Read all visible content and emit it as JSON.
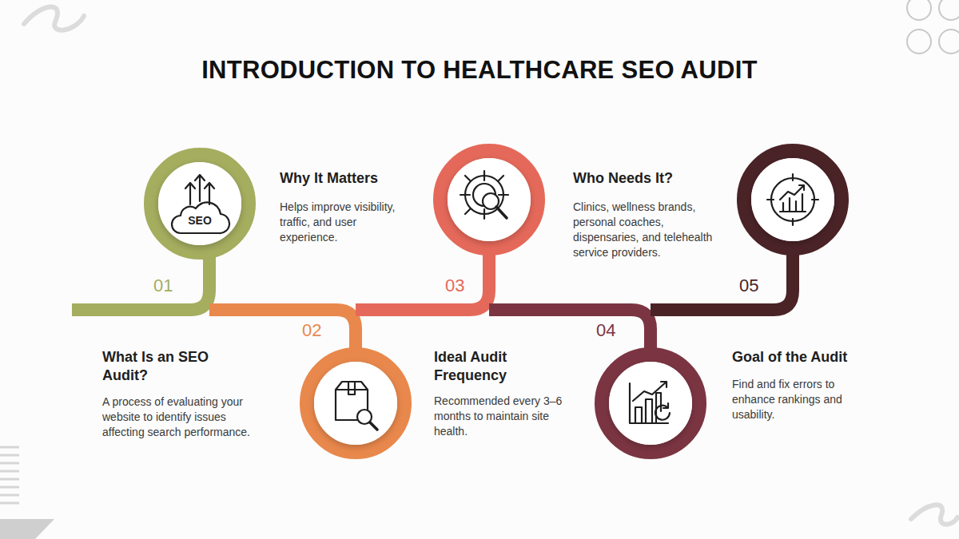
{
  "diagram": {
    "title": "INTRODUCTION TO HEALTHCARE SEO AUDIT",
    "labels": [
      "SEO",
      "Why It Matters",
      "Helps improve visibility, traffic, and user experience.",
      "Who Needs It?",
      "Clinics, wellness brands, personal coaches, dispensaries, and telehealth service providers.",
      "01",
      "03",
      "05",
      "02",
      "04",
      "What Is an SEO Audit?",
      "A process of evaluating your website to identify issues affecting search performance.",
      "Ideal Audit Frequency",
      "Recommended every 3–6 months to maintain site health.",
      "Goal of the Audit",
      "Find and fix errors to enhance rankings and usability."
    ]
  }
}
